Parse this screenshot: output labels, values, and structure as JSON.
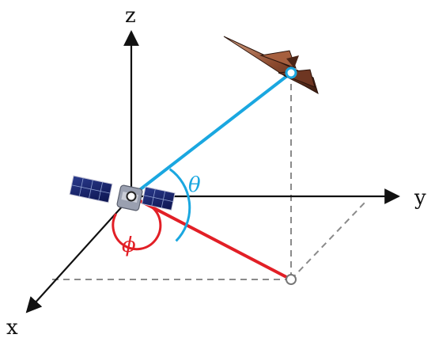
{
  "axes": {
    "x_label": "x",
    "y_label": "y",
    "z_label": "z"
  },
  "angles": {
    "elevation_symbol": "θ",
    "azimuth_symbol": "ϕ"
  },
  "colors": {
    "elevation": "#1aa7e0",
    "azimuth": "#e21f26",
    "axes": "#111111",
    "projection": "#8a8a8a",
    "marker_stroke": "#1aa7e0",
    "ground_marker_stroke": "#777777"
  },
  "icons": {
    "origin": "satellite-icon",
    "target": "aircraft-icon"
  }
}
